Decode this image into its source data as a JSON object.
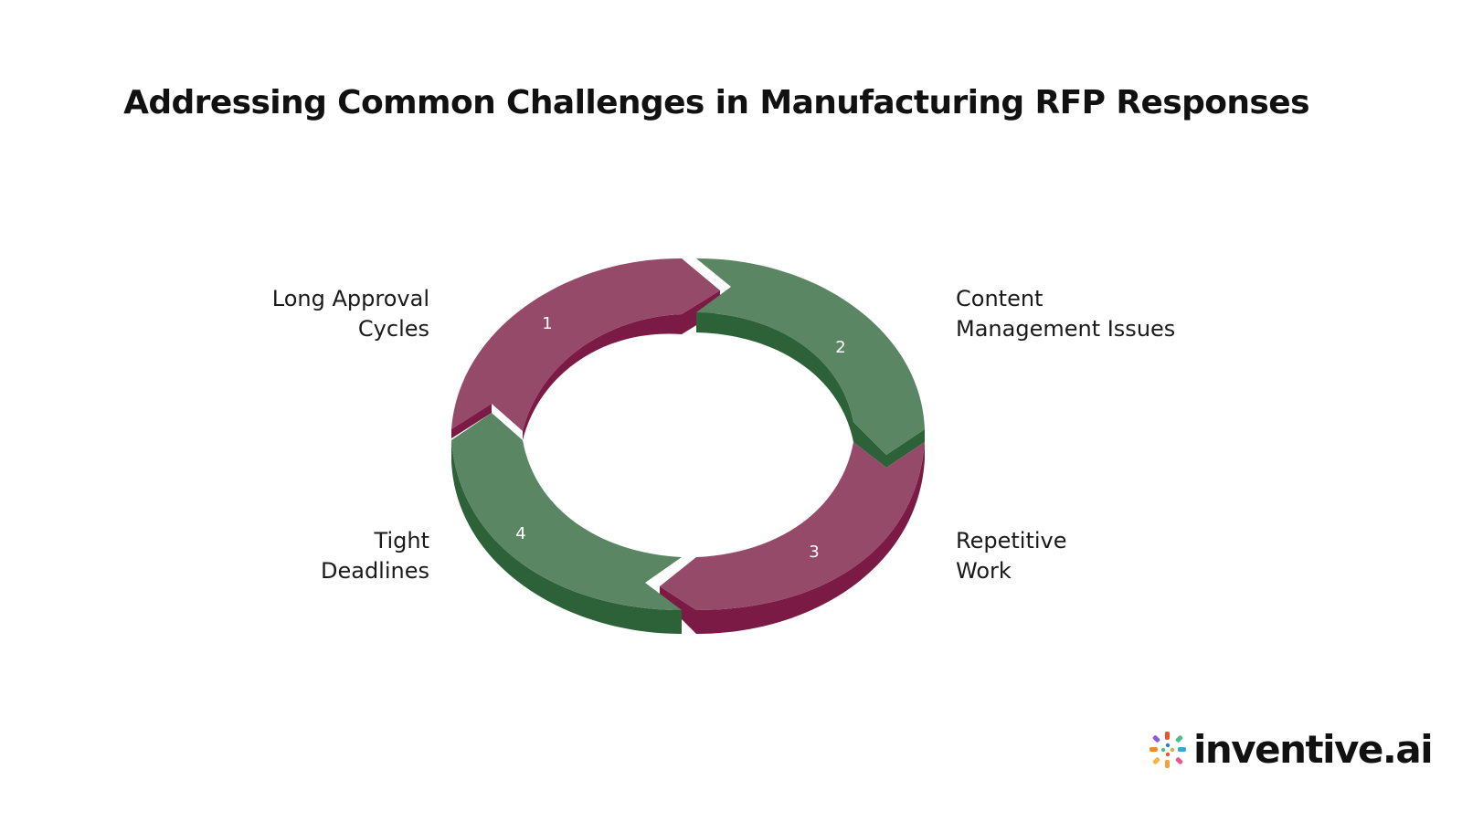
{
  "title": "Addressing Common Challenges in Manufacturing RFP Responses",
  "steps": [
    {
      "number": "1",
      "label_line1": "Long Approval",
      "label_line2": "Cycles",
      "color": "#954a69"
    },
    {
      "number": "2",
      "label_line1": "Content",
      "label_line2": "Management Issues",
      "color": "#5b8663"
    },
    {
      "number": "3",
      "label_line1": "Repetitive",
      "label_line2": "Work",
      "color": "#954a69"
    },
    {
      "number": "4",
      "label_line1": "Tight",
      "label_line2": "Deadlines",
      "color": "#5b8663"
    }
  ],
  "colors": {
    "maroon_top": "#954a69",
    "maroon_side": "#7b1a44",
    "green_top": "#5b8663",
    "green_side": "#2d6239"
  },
  "logo": {
    "text": "inventive.ai",
    "icon": "sparkle-dots-icon"
  }
}
